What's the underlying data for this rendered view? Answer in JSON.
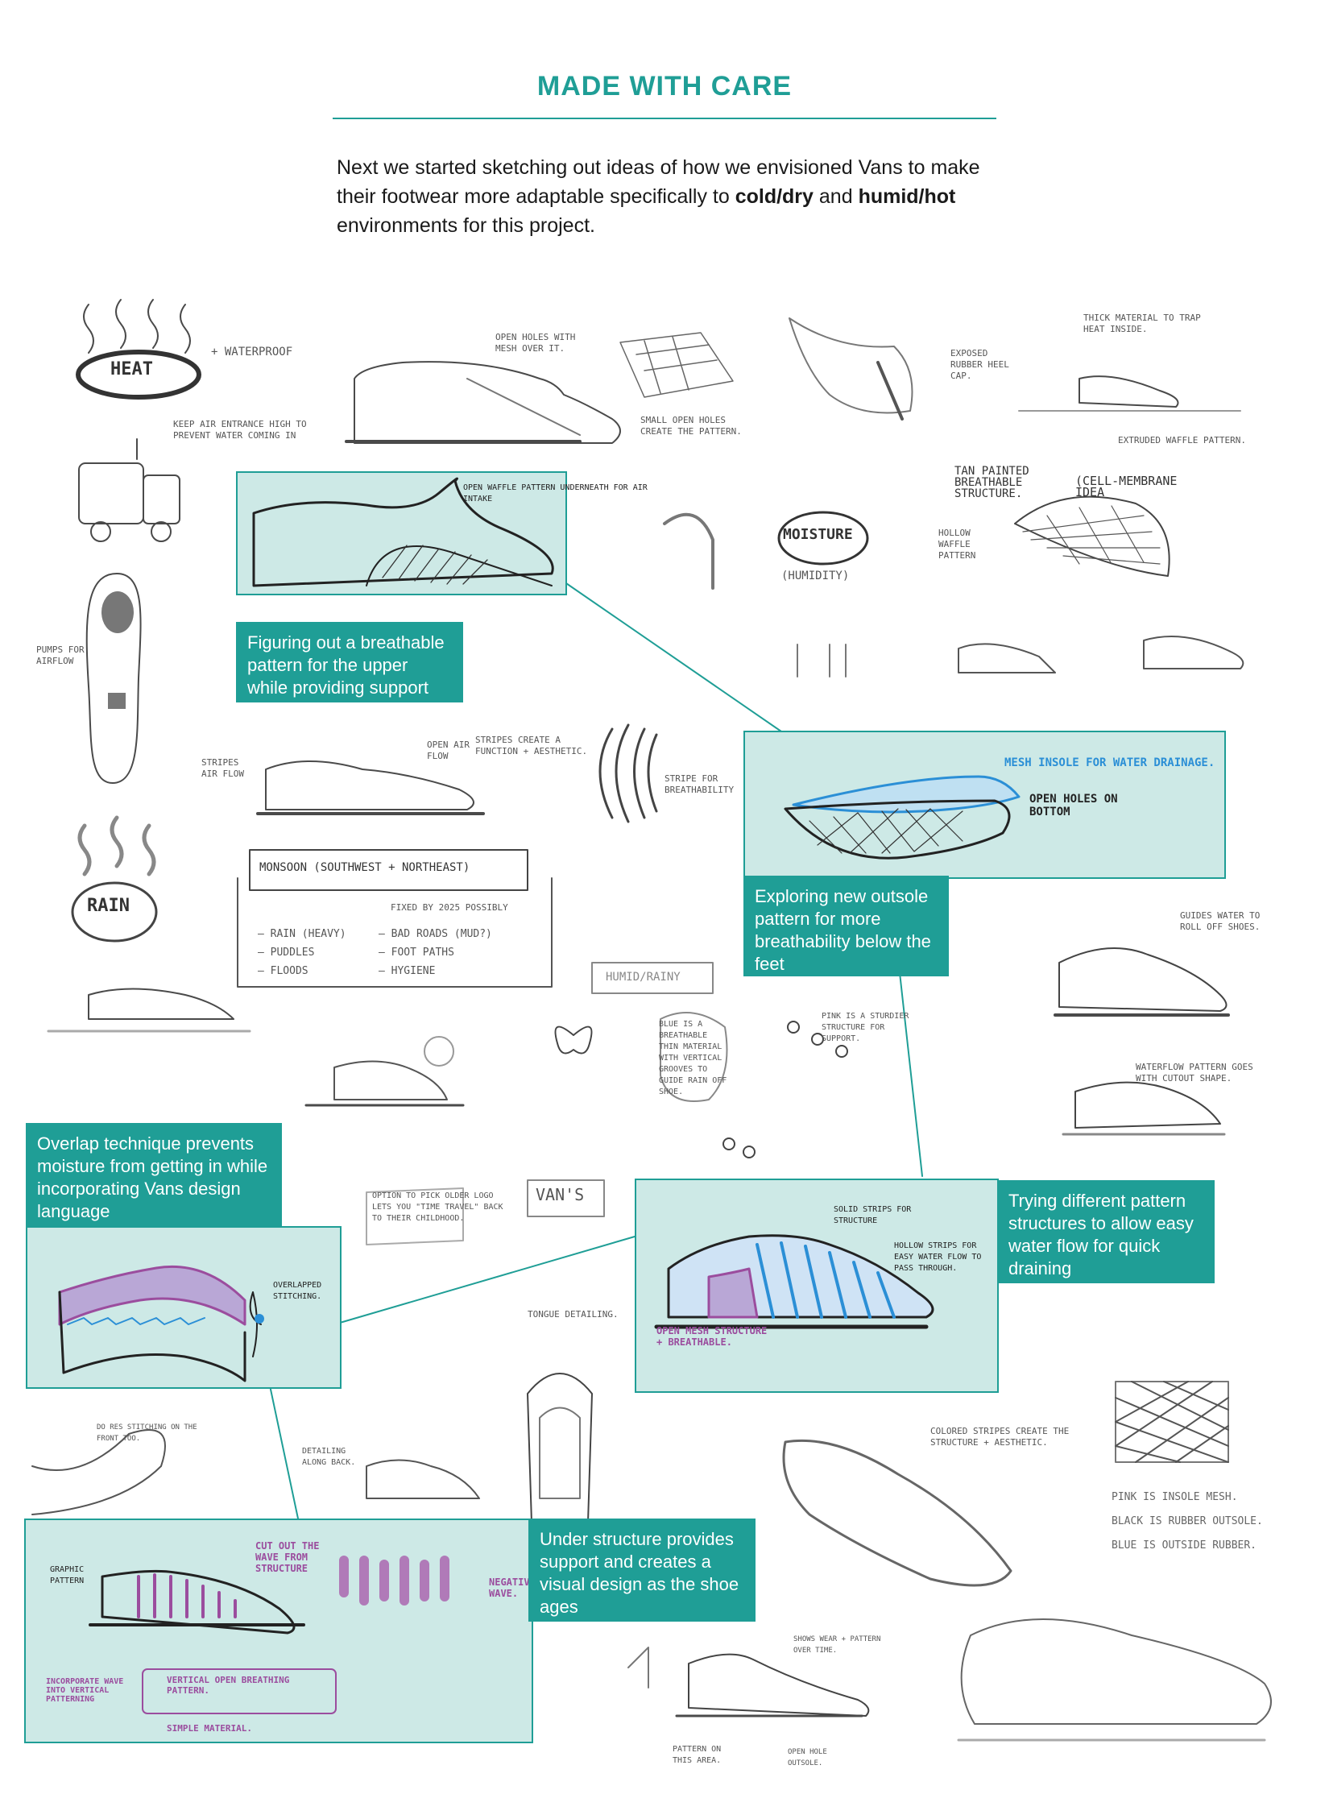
{
  "header": {
    "title": "MADE WITH CARE",
    "intro_a": "Next we started sketching out ideas of how we envisioned Vans to make their footwear more adaptable specifically to ",
    "intro_b1": "cold/dry",
    "intro_c": " and ",
    "intro_b2": "humid/hot",
    "intro_d": " environments for this project."
  },
  "captions": {
    "c1": "Figuring out a breathable pattern for the upper while providing support",
    "c2": "Exploring new outsole pattern for more breathability below the feet",
    "c3": "Overlap technique prevents moisture from getting in while incorporating Vans design language",
    "c4": "Trying different pattern structures to allow easy water flow for quick draining",
    "c5": "Under structure provides support and creates a visual design as the shoe ages"
  },
  "sketch_labels": {
    "heat": "HEAT",
    "waterproof": "+ WATERPROOF",
    "air_entrance": "KEEP AIR ENTRANCE HIGH TO PREVENT WATER COMING IN",
    "open_holes_mesh": "OPEN HOLES WITH MESH OVER IT.",
    "small_open_holes": "SMALL OPEN HOLES CREATE THE PATTERN.",
    "exposed_heel": "EXPOSED RUBBER HEEL CAP.",
    "thick_material": "THICK MATERIAL TO TRAP HEAT INSIDE.",
    "extruded_waffle": "EXTRUDED WAFFLE PATTERN.",
    "waffle_underneath": "OPEN WAFFLE PATTERN UNDERNEATH FOR AIR INTAKE",
    "pumps": "PUMPS FOR AIRFLOW",
    "moisture": "MOISTURE",
    "humidity": "(HUMIDITY)",
    "tan_painted": "TAN PAINTED BREATHABLE STRUCTURE.",
    "hollow_waffle": "HOLLOW WAFFLE PATTERN",
    "cell_membrane": "(CELL-MEMBRANE IDEA",
    "mesh_insole": "MESH INSOLE FOR WATER DRAINAGE.",
    "open_holes_bottom": "OPEN HOLES ON BOTTOM",
    "stripes_air": "STRIPES AIR FLOW",
    "open_air_flow": "OPEN AIR FLOW",
    "stripes_function": "STRIPES CREATE A FUNCTION + AESTHETIC.",
    "stripe_breathability": "STRIPE FOR BREATHABILITY",
    "rain": "RAIN",
    "monsoon": "MONSOON (SOUTHWEST + NORTHEAST)",
    "fixed_by": "FIXED BY 2025 POSSIBLY",
    "list_left": [
      "— RAIN (HEAVY)",
      "— PUDDLES",
      "— FLOODS"
    ],
    "list_right": [
      "— BAD ROADS (MUD?)",
      "— FOOT PATHS",
      "— HYGIENE"
    ],
    "humid_rainy": "HUMID/RAINY",
    "guides_water": "GUIDES WATER TO ROLL OFF SHOES.",
    "waterflow_pattern": "WATERFLOW PATTERN GOES WITH CUTOUT SHAPE.",
    "blue_breathable": "BLUE IS A BREATHABLE THIN MATERIAL WITH VERTICAL GROOVES TO GUIDE RAIN OFF SHOE.",
    "pink_sturdier": "PINK IS A STURDIER STRUCTURE FOR SUPPORT.",
    "option_logo": "OPTION TO PICK OLDER LOGO LETS YOU \"TIME TRAVEL\" BACK TO THEIR CHILDHOOD.",
    "vans": "VAN'S",
    "overlapped": "OVERLAPPED STITCHING.",
    "solid_strips": "SOLID STRIPS FOR STRUCTURE",
    "hollow_strips": "HOLLOW STRIPS FOR EASY WATER FLOW TO PASS THROUGH.",
    "open_mesh": "OPEN MESH STRUCTURE + BREATHABLE.",
    "tongue_detailing": "TONGUE DETAILING.",
    "no_res": "DO RES STITCHING ON THE FRONT TOO.",
    "detailing_back": "DETAILING ALONG BACK.",
    "colored_stripes": "COLORED STRIPES CREATE THE STRUCTURE + AESTHETIC.",
    "pink_insole": "PINK IS INSOLE MESH.",
    "black_rubber": "BLACK IS RUBBER OUTSOLE.",
    "blue_outside": "BLUE IS OUTSIDE RUBBER.",
    "graphic_pattern": "GRAPHIC PATTERN",
    "cut_out_wave": "CUT OUT THE WAVE FROM STRUCTURE",
    "negative_wave": "NEGATIVE WAVE.",
    "incorporate_wave": "INCORPORATE WAVE INTO VERTICAL PATTERNING",
    "vertical_breathing": "VERTICAL OPEN BREATHING PATTERN.",
    "simple_material": "SIMPLE MATERIAL.",
    "shows_wear": "SHOWS WEAR + PATTERN OVER TIME.",
    "pattern_area": "PATTERN ON THIS AREA.",
    "open_hole": "OPEN HOLE OUTSOLE."
  }
}
